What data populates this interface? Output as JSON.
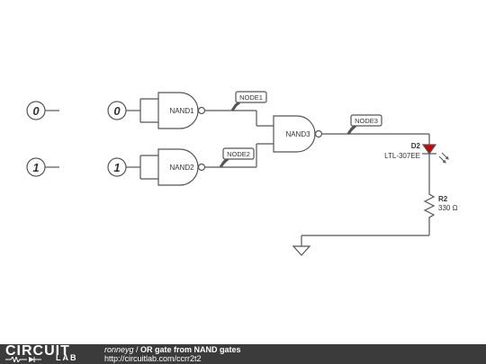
{
  "schematic": {
    "inputs": [
      {
        "value": "0",
        "wire_value": "0"
      },
      {
        "value": "1",
        "wire_value": "1"
      }
    ],
    "gates": [
      {
        "label": "NAND1"
      },
      {
        "label": "NAND2"
      },
      {
        "label": "NAND3"
      }
    ],
    "node_labels": [
      "NODE1",
      "NODE2",
      "NODE3"
    ],
    "led": {
      "ref": "D2",
      "part": "LTL-307EE"
    },
    "resistor": {
      "ref": "R2",
      "value": "330 Ω"
    }
  },
  "footer": {
    "logo_top": "CIRCUIT",
    "logo_bottom": "LAB",
    "author": "ronneyg",
    "separator": " / ",
    "title": "OR gate from NAND gates",
    "url": "http://circuitlab.com/ccrr2t2"
  },
  "colors": {
    "wire": "#555555",
    "footer_bg": "#3b3b3b",
    "led_red": "#cc0000"
  }
}
